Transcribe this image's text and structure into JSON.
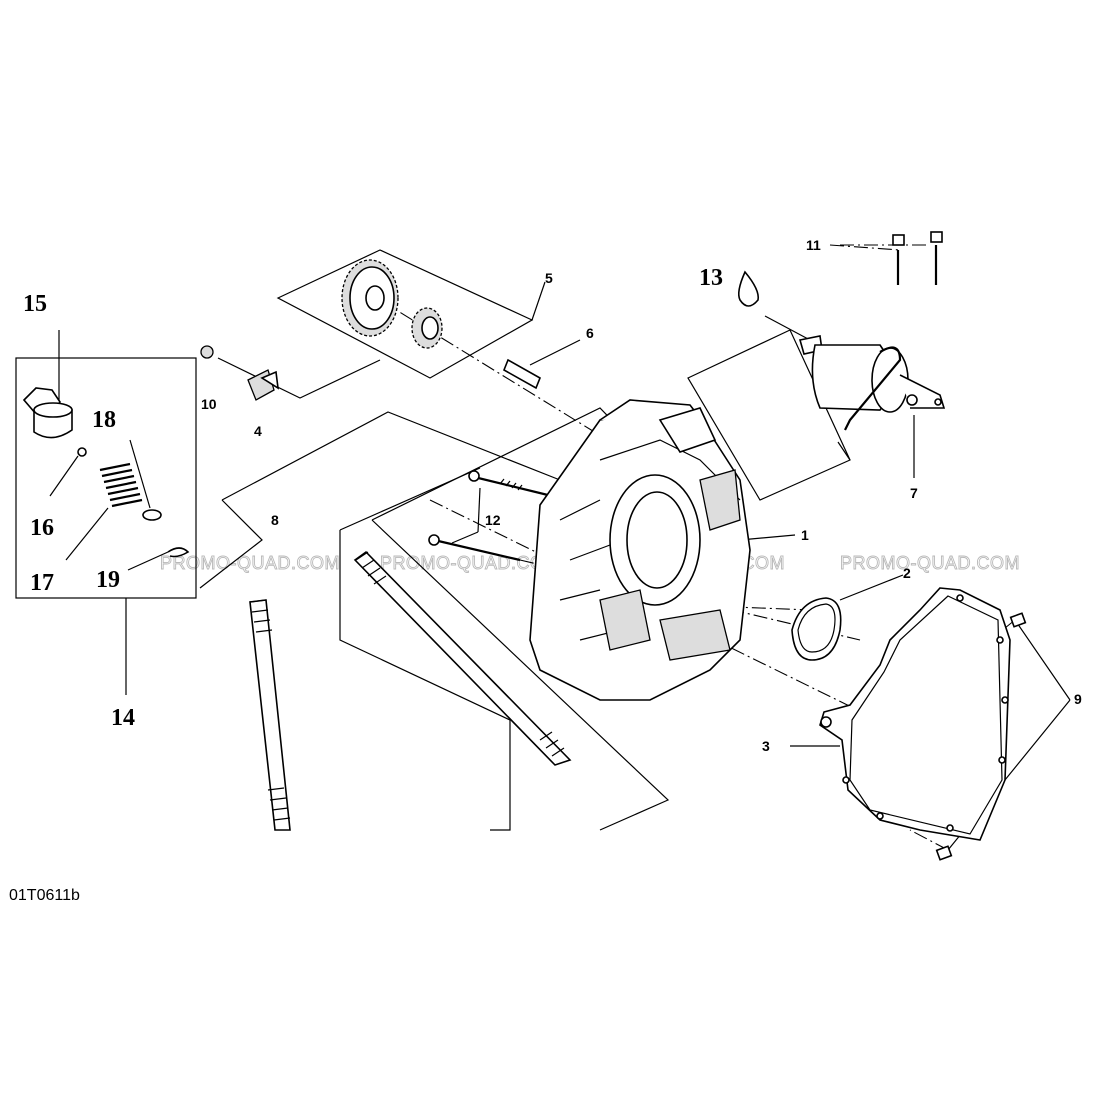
{
  "diagram": {
    "code": "01T0611b",
    "watermark": "PROMO-QUAD.COM",
    "callouts": {
      "c1": "1",
      "c2": "2",
      "c3": "3",
      "c4": "4",
      "c5": "5",
      "c6": "6",
      "c7": "7",
      "c8": "8",
      "c9": "9",
      "c10": "10",
      "c11": "11",
      "c12": "12",
      "c13": "13",
      "c14": "14",
      "c15": "15",
      "c16": "16",
      "c17": "17",
      "c18": "18",
      "c19": "19"
    }
  }
}
